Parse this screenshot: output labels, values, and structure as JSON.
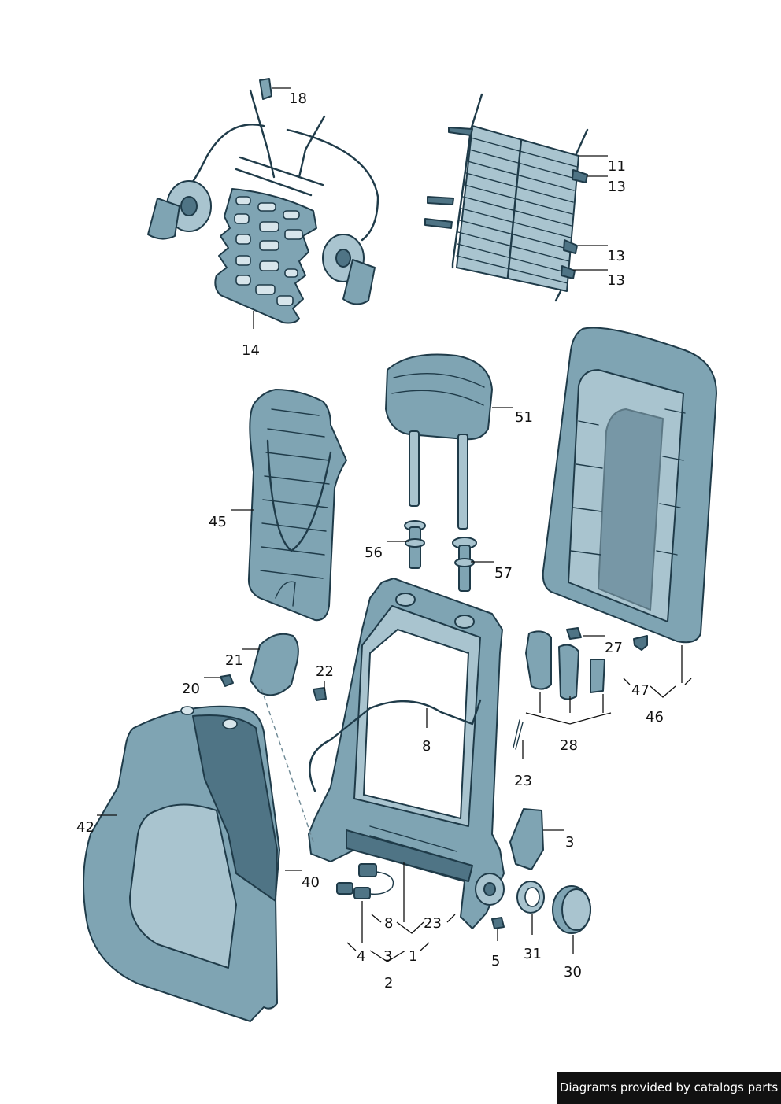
{
  "callouts": {
    "c18": "18",
    "c11": "11",
    "c13a": "13",
    "c13b": "13",
    "c13c": "13",
    "c14": "14",
    "c51": "51",
    "c45": "45",
    "c56": "56",
    "c57": "57",
    "c27": "27",
    "c21": "21",
    "c22": "22",
    "c20": "20",
    "c47": "47",
    "c46": "46",
    "c8a": "8",
    "c28": "28",
    "c23a": "23",
    "c42": "42",
    "c3a": "3",
    "c40": "40",
    "c8b": "8",
    "c23b": "23",
    "c31": "31",
    "c4": "4",
    "c3b": "3",
    "c1": "1",
    "c5": "5",
    "c30": "30",
    "c2": "2"
  },
  "credit": "Diagrams provided by catalogs parts",
  "colors": {
    "part": "#7fa4b3",
    "outline": "#1f3b49",
    "background": "#ffffff"
  }
}
